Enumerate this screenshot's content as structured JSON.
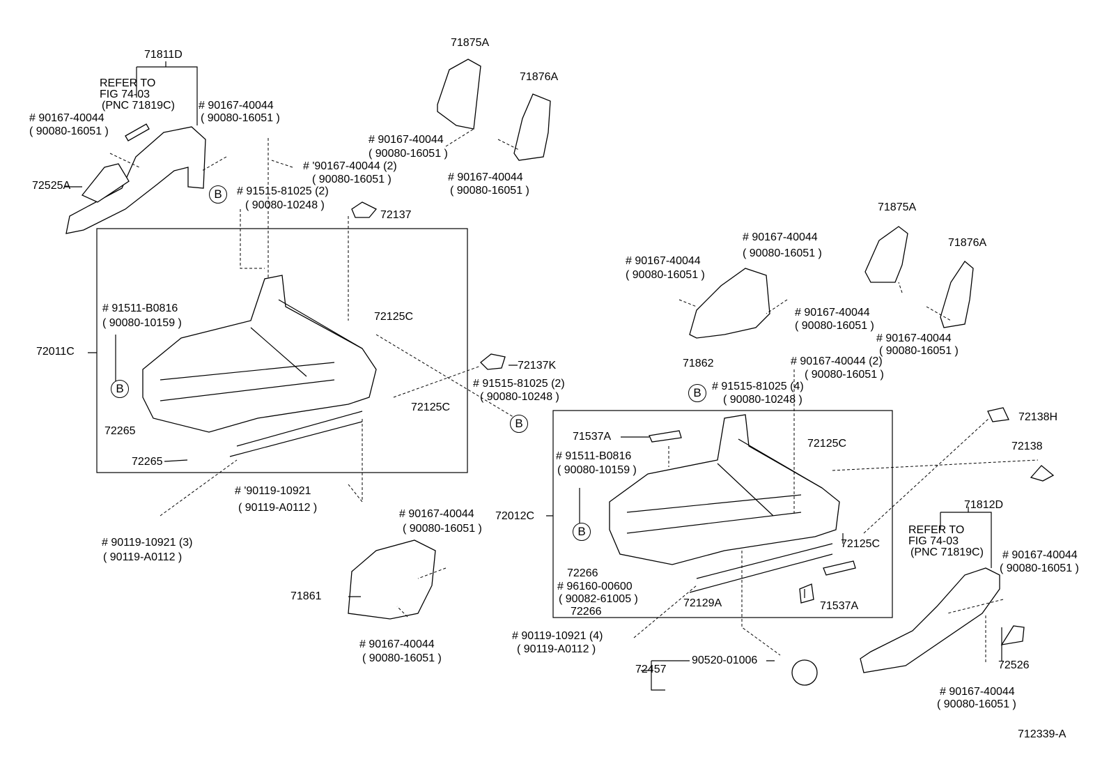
{
  "diagram": {
    "drawing_number": "712339-A",
    "labels": [
      "71811D",
      "REFER TO",
      "FIG 74-03",
      "(PNC 71819C)",
      "# 90167-40044",
      "( 90080-16051 )",
      "# 90167-40044",
      "( 90080-16051 )",
      "72525A",
      "# '90167-40044 (2)",
      "( 90080-16051 )",
      "# 91515-81025 (2)",
      "( 90080-10248 )",
      "72137",
      "71875A",
      "71876A",
      "# 90167-40044",
      "( 90080-16051 )",
      "# 90167-40044",
      "( 90080-16051 )",
      "# 91511-B0816",
      "( 90080-10159 )",
      "72011C",
      "72125C",
      "72137K",
      "# 91515-81025 (2)",
      "( 90080-10248 )",
      "72125C",
      "72265",
      "72265",
      "# '90119-10921",
      "( 90119-A0112 )",
      "# 90119-10921 (3)",
      "( 90119-A0112 )",
      "# 90167-40044",
      "( 90080-16051 )",
      "71861",
      "# 90167-40044",
      "( 90080-16051 )",
      "71875A",
      "71876A",
      "# 90167-40044",
      "( 90080-16051 )",
      "# 90167-40044",
      "( 90080-16051 )",
      "# 90167-40044",
      "( 90080-16051 )",
      "# 90167-40044",
      "( 90080-16051 )",
      "71862",
      "# 90167-40044 (2)",
      "( 90080-16051 )",
      "# 91515-81025 (4)",
      "( 90080-10248 )",
      "72138H",
      "72138",
      "71537A",
      "# 91511-B0816",
      "( 90080-10159 )",
      "72125C",
      "72012C",
      "71812D",
      "REFER TO",
      "FIG 74-03",
      "(PNC 71819C)",
      "# 90167-40044",
      "( 90080-16051 )",
      "72125C",
      "72266",
      "# 96160-00600",
      "( 90082-61005 )",
      "72266",
      "72129A",
      "71537A",
      "# 90119-10921 (4)",
      "( 90119-A0112 )",
      "72457",
      "90520-01006",
      "72526",
      "# 90167-40044",
      "( 90080-16051 )"
    ],
    "reference_marker": "B"
  }
}
